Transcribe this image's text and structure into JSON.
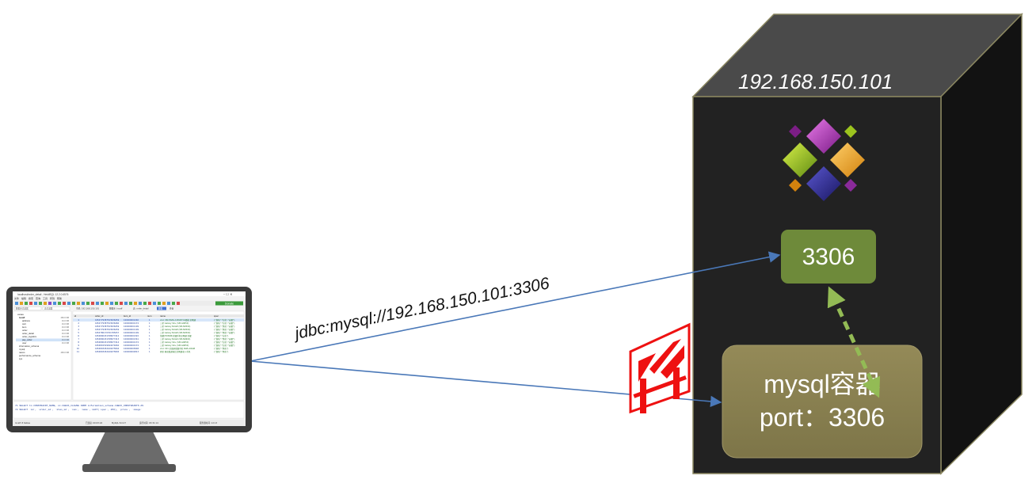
{
  "server": {
    "ip": "192.168.150.101",
    "host_port": "3306",
    "container": {
      "name": "mysql容器",
      "port_line": "port：3306"
    }
  },
  "connection": {
    "url": "jdbc:mysql://192.168.150.101:3306"
  },
  "client": {
    "window_title": "localhost/order_detail - HeidiSQL 12.2.0.6576",
    "menu": [
      "文件",
      "编辑",
      "搜索",
      "查询",
      "工具",
      "转到",
      "帮助"
    ],
    "donate_label": "Donate",
    "filter_db_placeholder": "数据库过滤器",
    "filter_table_placeholder": "表过滤器",
    "tree": [
      {
        "label": "xanaa",
        "size": ""
      },
      {
        "label": "localf",
        "size": "280.0 KiB"
      },
      {
        "label": "address",
        "size": "16.0 KiB"
      },
      {
        "label": "cart",
        "size": "16.0 KiB"
      },
      {
        "label": "item",
        "size": "16.0 KiB"
      },
      {
        "label": "order",
        "size": "16.0 KiB"
      },
      {
        "label": "order_detail",
        "size": "16.0 KiB"
      },
      {
        "label": "order_logistics",
        "size": "16.0 KiB"
      },
      {
        "label": "pay_order",
        "size": "16.0 KiB"
      },
      {
        "label": "user",
        "size": "16.0 KiB"
      },
      {
        "label": "information_schema",
        "size": ""
      },
      {
        "label": "mysql",
        "size": ""
      },
      {
        "label": "nacos",
        "size": "496.0 KiB"
      },
      {
        "label": "performance_schema",
        "size": ""
      },
      {
        "label": "sys",
        "size": ""
      }
    ],
    "tabs": [
      "主机: 192.168.150.101",
      "数据库: localf",
      "表: order_detail",
      "数据",
      "查询"
    ],
    "grid_columns": [
      "id",
      "order_id",
      "item_id",
      "num",
      "name",
      "spec"
    ],
    "grid_rows": [
      [
        "1",
        "1654779387523936259",
        "100000001240",
        "1",
        "vivo X60 8GB+128GB 5G双模 全网通",
        "{\"颜色\":\"红色\",\"容量\"}"
      ],
      [
        "2",
        "1654779387523936260",
        "100000002174",
        "1",
        "三星 Galaxy S9+ (SM-G9650)",
        "{\"颜色\":\"红色\",\"容量\"}"
      ],
      [
        "3",
        "1654779387523936259",
        "100000001109",
        "1",
        "三星 Galaxy Note8 (SM-N9500)",
        "{\"颜色\":\"黑色\",\"容量\"}"
      ],
      [
        "4",
        "1654779387523936259",
        "100000001109",
        "1",
        "三星 Galaxy Note8 (SM-N9500)",
        "{\"颜色\":\"黑色\",\"容量\"}"
      ],
      [
        "5",
        "1654780170761785057",
        "100000001109",
        "1",
        "三星 Galaxy Note8 (SM-N9500)",
        "{\"颜色\":\"黑色\",\"容量\"}"
      ],
      [
        "6",
        "1654890431768977412",
        "100000001322",
        "1",
        "荣耀(HONOR)荣耀手机全网通 荣耀",
        "{\"颜色\":\"白色\"}"
      ],
      [
        "7",
        "1654890431768977413",
        "100000001341",
        "1",
        "三星 Galaxy Note9 (SM-N9600)",
        "{\"颜色\":\"黑色\",\"容量\"}"
      ],
      [
        "8",
        "1654890431768977414",
        "100000002174",
        "1",
        "三星 Galaxy S9+ (SM-G9650)",
        "{\"颜色\":\"红色\",\"容量\"}"
      ],
      [
        "9",
        "1654891529494274062",
        "100000002174",
        "1",
        "三星 Galaxy S9+ (SM-G9650)",
        "{\"颜色\":\"红色\",\"容量\"}"
      ],
      [
        "10",
        "1654893452429475844",
        "100000003648",
        "1",
        "vivo X21 全面屏双摄手机 6GB+64GB",
        "{\"颜色\":\"黑色\"}"
      ],
      [
        "11",
        "1654893452429475845",
        "100000002813",
        "1",
        "夏新 移动联通电信全网通老人手机",
        "{\"颜色\":\"黑色\"}"
      ]
    ],
    "sql_lines": [
      "71  SELECT tc.CONSTRAINT_NAME, cc.CHECK_CLAUSE FROM information_schema.CHECK_CONSTRAINTS AS",
      "72  SELECT `id`, `order_id`, `item_id`, `num`, `name`, LEFT(`spec`, 256), `price`, `image`"
    ],
    "status": [
      "localf: 8 tables",
      "已连接: 00:03:24",
      "MySQL 8.0.27",
      "运行时间: 03:31:14",
      "服务器时间: 12:13"
    ]
  },
  "colors": {
    "server_front": "#222222",
    "server_top": "#4a4a4a",
    "server_side": "#121212",
    "server_edge": "#8a8660",
    "port_box": "#6e8a3a",
    "container_box": "#8a8150",
    "arrow": "#4a78b8",
    "dashed_link": "#93bb55",
    "firewall": "#ee1111",
    "monitor_body": "#3a3a3a",
    "monitor_stand": "#6b6b6b"
  },
  "icons": {
    "logo": "docker-like-diamond-logo-icon",
    "firewall": "firewall-barrier-icon",
    "monitor": "monitor-icon"
  }
}
